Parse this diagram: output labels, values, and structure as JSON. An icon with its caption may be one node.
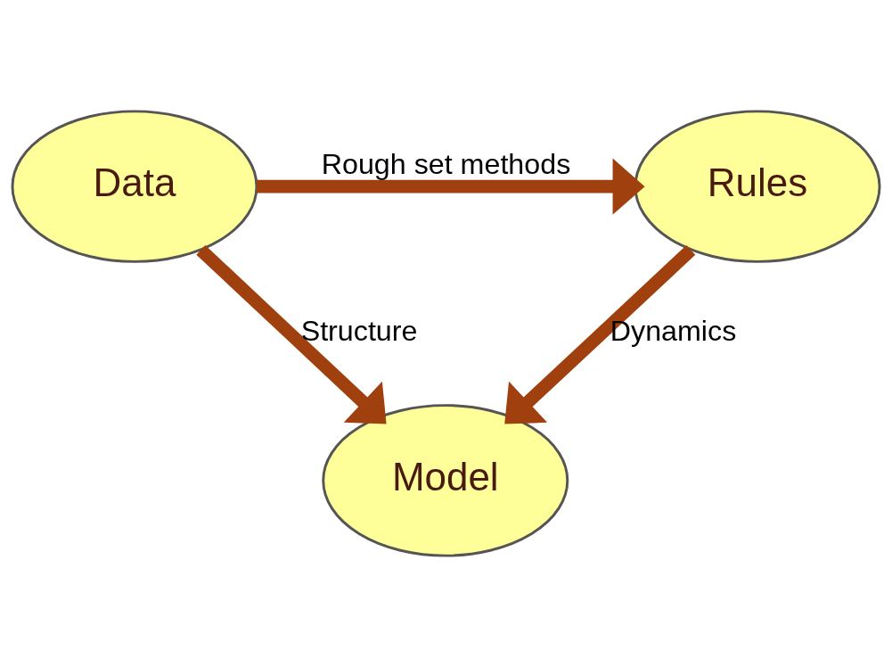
{
  "diagram": {
    "nodes": [
      {
        "text": [
          "Data"
        ]
      },
      {
        "text": [
          "Rules"
        ]
      },
      {
        "text": [
          "Model"
        ]
      }
    ],
    "edges": [
      {
        "from": 0,
        "to": 1,
        "arrow": "to",
        "label": "Rough set methods"
      },
      {
        "from": 0,
        "to": 2,
        "arrow": "to",
        "label": "Structure"
      },
      {
        "from": 1,
        "to": 2,
        "arrow": "to",
        "label": "Dynamics"
      }
    ]
  }
}
